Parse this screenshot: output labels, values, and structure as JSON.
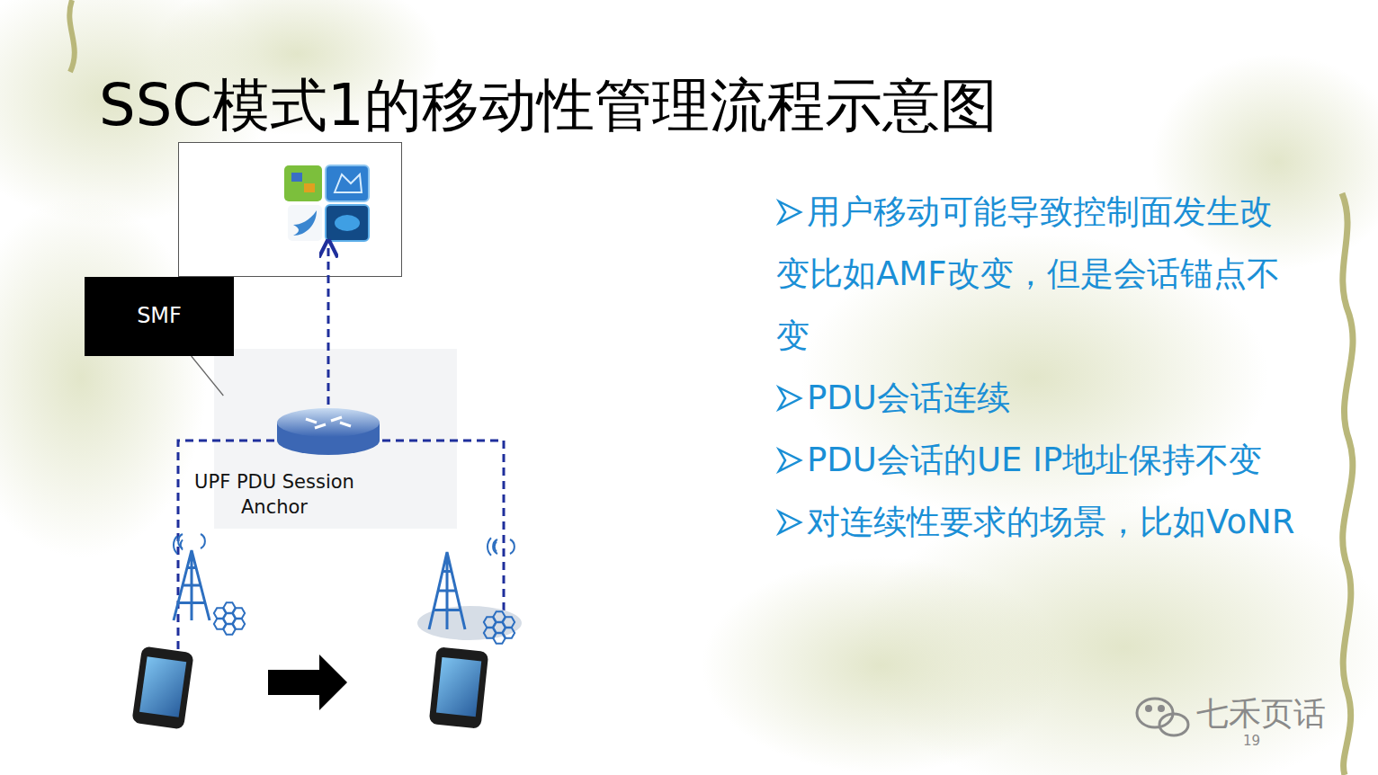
{
  "diagram": {
    "title": "SSC模式1的移动性管理流程示意图",
    "nodes": [
      {
        "text": [
          "SMF"
        ]
      },
      {
        "text": [
          "UPF PDU Session Anchor"
        ]
      }
    ],
    "edges": [
      {
        "from": 0,
        "to": 1,
        "arrow": "none"
      }
    ],
    "labels": [
      "用户移动可能导致控制面发生改变比如AMF改变，但是会话锚点不变",
      "PDU会话连续",
      "PDU会话的UE IP地址保持不变",
      "对连续性要求的场景，比如VoNR",
      "七禾页话",
      "19"
    ]
  }
}
